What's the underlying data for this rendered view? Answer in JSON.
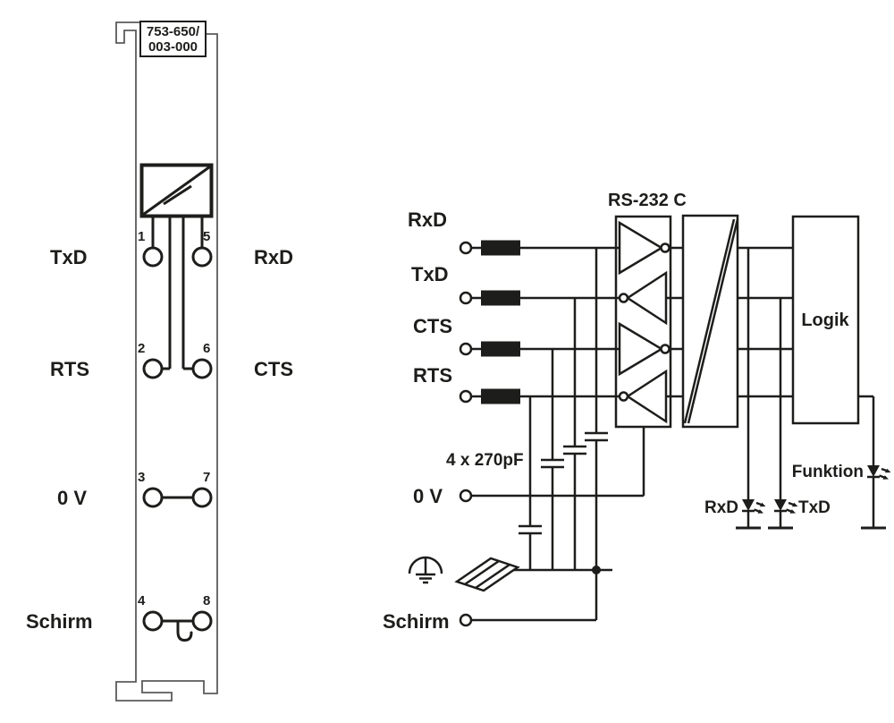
{
  "module": {
    "part_number_line1": "753-650/",
    "part_number_line2": "003-000",
    "left_terminals": [
      {
        "number": "1",
        "label": "TxD"
      },
      {
        "number": "2",
        "label": "RTS"
      },
      {
        "number": "3",
        "label": "0 V"
      },
      {
        "number": "4",
        "label": "Schirm"
      }
    ],
    "right_terminals": [
      {
        "number": "5",
        "label": "RxD"
      },
      {
        "number": "6",
        "label": "CTS"
      },
      {
        "number": "7"
      },
      {
        "number": "8"
      }
    ]
  },
  "circuit": {
    "signal_labels": [
      "RxD",
      "TxD",
      "CTS",
      "RTS"
    ],
    "zero_volt_label": "0 V",
    "shield_label": "Schirm",
    "capacitor_label": "4 x 270pF",
    "rs232_block_label": "RS-232 C",
    "logic_block_label": "Logik",
    "led_labels": {
      "rx": "RxD",
      "tx": "TxD",
      "function": "Funktion"
    }
  },
  "colors": {
    "ink": "#1d1d1b",
    "module_outline": "#5b5b5d",
    "background": "#ffffff"
  }
}
